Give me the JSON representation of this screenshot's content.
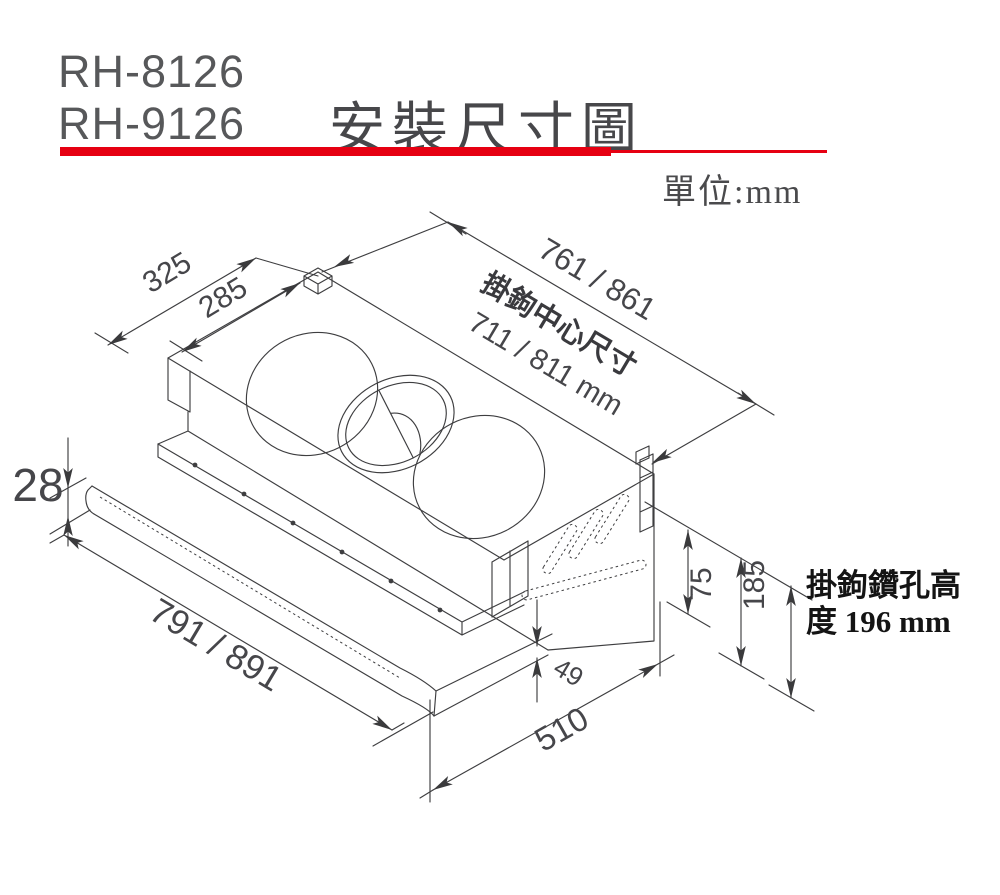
{
  "header": {
    "model_line1": "RH-8126",
    "model_line2": "RH-9126",
    "title": "安裝尺寸圖",
    "unit_label": "單位:mm",
    "accent_color": "#e60012"
  },
  "dimensions": {
    "back_width": "325",
    "hook_offset": "285",
    "top_length": "761 / 861",
    "hook_center_caption": "掛鉤中心尺寸",
    "hook_center_value": "711 / 811 mm",
    "visor_thickness": "28",
    "body_length": "791 / 891",
    "bottom_gap": "49",
    "depth": "510",
    "hook_upper": "75",
    "hook_lower": "185",
    "hook_hole_note_line1": "掛鉤鑽孔高",
    "hook_hole_note_line2": "度 196 mm"
  }
}
